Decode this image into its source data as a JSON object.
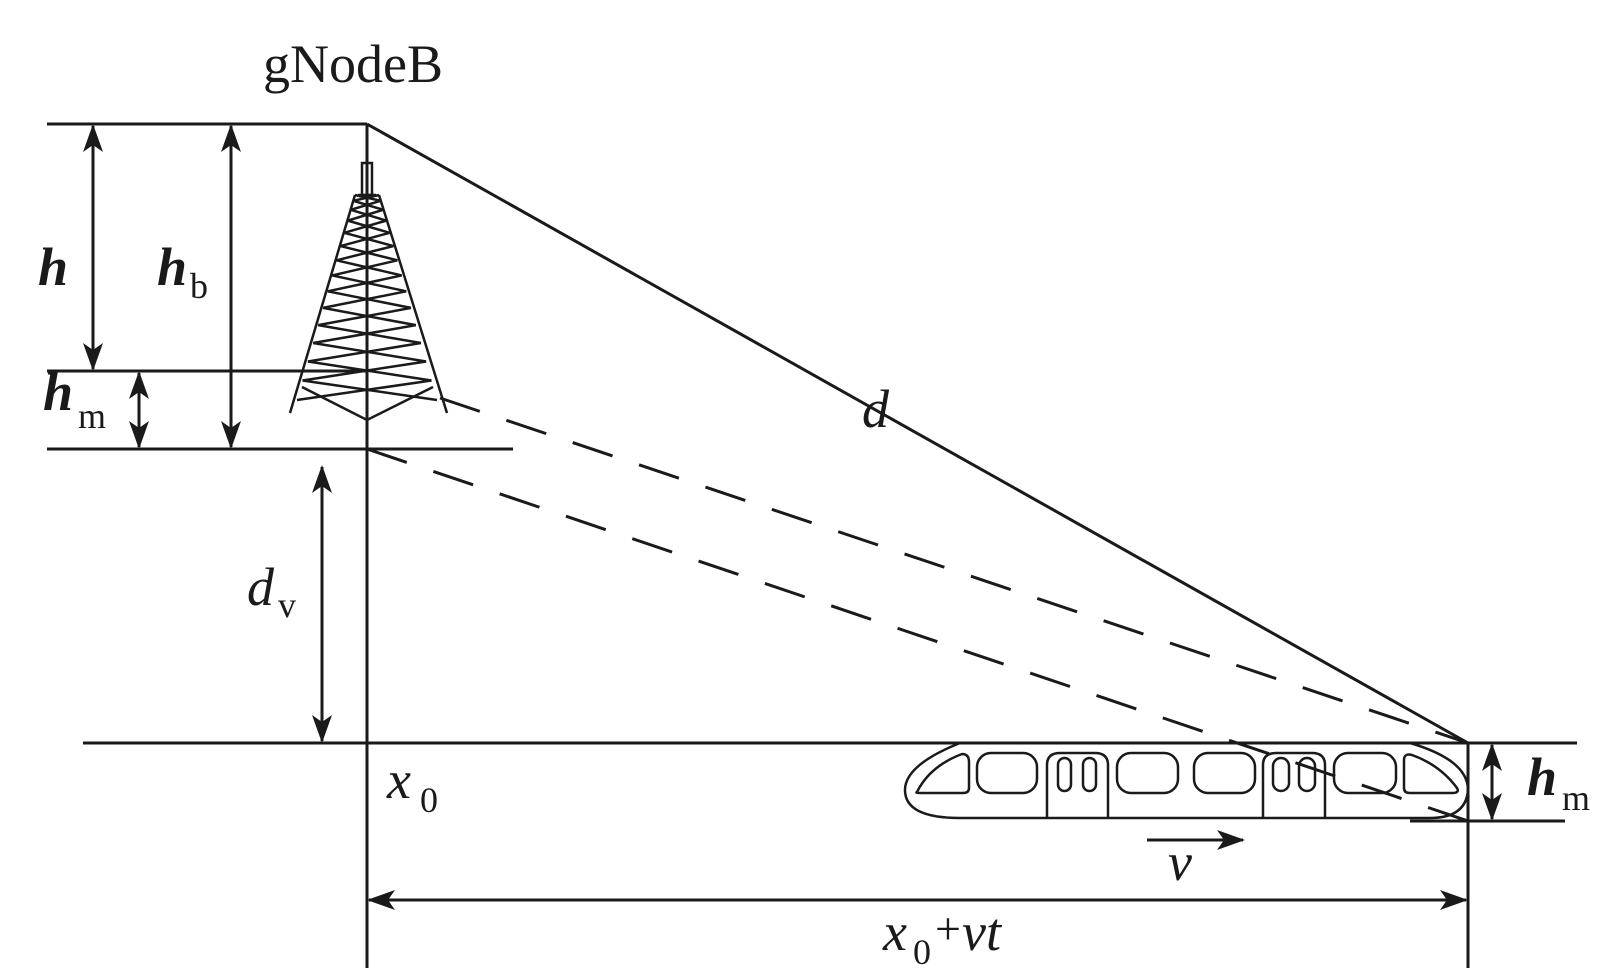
{
  "diagram": {
    "title": "gNodeB",
    "colors": {
      "stroke": "#1a1a1a",
      "background": "#ffffff"
    },
    "labels": {
      "h": {
        "base": "h",
        "sub": ""
      },
      "h_b": {
        "base": "h",
        "sub": "b"
      },
      "h_m_left": {
        "base": "h",
        "sub": "m"
      },
      "h_m_right": {
        "base": "h",
        "sub": "m"
      },
      "d": {
        "base": "d",
        "sub": ""
      },
      "d_v": {
        "base": "d",
        "sub": "v"
      },
      "x0": {
        "base": "x",
        "sub": "0"
      },
      "v": {
        "base": "v",
        "sub": ""
      },
      "x0_plus_vt": {
        "base": "x",
        "sub": "0",
        "op": "+",
        "rest": "vt"
      }
    },
    "elements": {
      "base_station": "lattice-tower-icon",
      "train": "train-icon",
      "direct_path": "solid line from antenna top to train roof front (d)",
      "rays": "two dashed lines from tower levels toward train"
    }
  }
}
